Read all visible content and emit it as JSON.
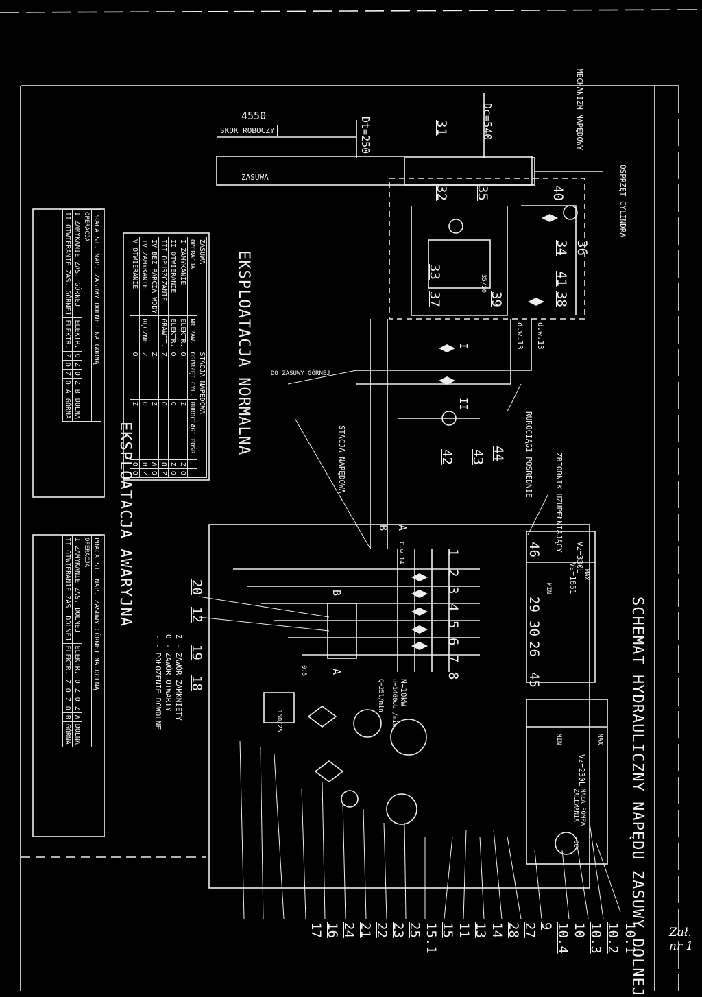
{
  "title": "SCHEMAT HYDRAULICZNY NAPĘDU ZASUWY DOLNEJ",
  "attachment": "Zał. nr 1",
  "labels": {
    "mechanism": "MECHANIZM NAPĘDOWY",
    "cylinder_fittings": "OSPRZĘT CYLINDRA",
    "stroke": "4550",
    "stroke_label": "SKOK ROBOCZY",
    "gate": "ZASUWA",
    "dt": "Dt=250",
    "dc": "Dc=540",
    "to_upper_gate": "DO ZASUWY GÓRNEJ",
    "drive_station": "STACJA NAPĘDOWA",
    "intermediate_pipelines": "RUROCIĄGI POŚREDNIE",
    "refill_tank": "ZBIORNIK UZUPEŁNIAJĄCY",
    "dw1": "d.w.13",
    "dw2": "d.w.13",
    "cw": "C.w.14",
    "port_a": "A",
    "port_b": "B",
    "v_tank": "Vz=330L",
    "vs": "Vs=1651",
    "min1": "MIN",
    "max1": "MAX",
    "vz2": "Vz=230L",
    "min2": "MIN",
    "max2": "MAX",
    "n_motor": "N=10kW",
    "n_rpm": "n=1460obr/min",
    "q_flow": "Q=25l/min",
    "p_35_20": "35/20",
    "p_160": "160/25",
    "v_05": "0,5",
    "bottom_pump": "ZALEWANIA",
    "small_pump": "MAŁA POMPA",
    "p_oc": "0C",
    "roman_1": "I",
    "roman_2": "II"
  },
  "legend": [
    "Z - ZAWÓR ZAMKNIĘTY",
    "O - ZAWÓR OTWARTY",
    "- - POŁOŻENIE DOWOLNE"
  ],
  "tables": {
    "normal_title": "EKSPLOATACJA NORMALNA",
    "emergency_title": "EKSPLOATACJA AWARYJNA",
    "normal": {
      "header_left": "ZASUWA",
      "header_station": "STACJA NAPĘDOWA",
      "header_fit": "OSPRZĘT CYL.",
      "header_pipes": "RUROCIĄGI POŚR.",
      "col_op": "OPERACJA",
      "col_drive": "NR ZAW.",
      "rows": [
        [
          "I ZAMYKANIE",
          "ELEKTR.",
          "O",
          "Z",
          "Z",
          "O"
        ],
        [
          "II OTWIERANIE",
          "ELEKTR.",
          "O",
          "O",
          "Z",
          "O"
        ],
        [
          "III OPUSZCZANIE",
          "GRAWIT.",
          "Z",
          "O",
          "O",
          "Z"
        ],
        [
          "IV BEZ PARCIA WODY",
          "",
          "Z",
          "Z",
          "A",
          "O"
        ],
        [
          "IV ZAMYKANIE",
          "RĘCZNE",
          "Z",
          "O",
          "B",
          "Z"
        ],
        [
          "V OTWIERANIE",
          "",
          "O",
          "Z",
          "O",
          "O"
        ]
      ]
    },
    "upper": {
      "header_left": "PRACA ST. NAP. ZASUWY DOLNEJ NA GÓRNĄ",
      "col_op": "OPERACJA",
      "rows": [
        [
          "I ZAMYKANIE ZAS. GÓRNEJ",
          "ELEKTR.",
          "O",
          "Z",
          "O",
          "Z",
          "B",
          "DOLNA"
        ],
        [
          "II OTWIERANIE ZAS. GÓRNEJ",
          "ELEKTR.",
          "Z",
          "O",
          "Z",
          "O",
          "A",
          "GÓRNA"
        ]
      ]
    },
    "lower": {
      "header_left": "PRACA ST. NAP. ZASUWY GÓRNEJ NA DOLNĄ",
      "col_op": "OPERACJA",
      "rows": [
        [
          "I ZAMYKANIE ZAS. DOLNEJ",
          "ELEKTR.",
          "O",
          "Z",
          "O",
          "Z",
          "A",
          "DOLNA"
        ],
        [
          "II OTWIERANIE ZAS. DOLNEJ",
          "ELEKTR.",
          "Z",
          "O",
          "Z",
          "O",
          "B",
          "GÓRNA"
        ]
      ]
    }
  },
  "component_numbers": {
    "right_column": [
      "10.1",
      "10.2",
      "10.3",
      "10",
      "10.4",
      "9",
      "27",
      "28",
      "14",
      "13",
      "11",
      "15",
      "15.1",
      "25",
      "23",
      "22",
      "21",
      "24",
      "16",
      "17"
    ],
    "top_valves": [
      "31",
      "32",
      "33",
      "34",
      "35",
      "36",
      "37",
      "38",
      "39",
      "40",
      "41"
    ],
    "mid_valves": [
      "42",
      "43",
      "44"
    ],
    "station_valves": [
      "1",
      "2",
      "3",
      "4",
      "5",
      "6",
      "7",
      "8"
    ],
    "station_misc": [
      "18",
      "19",
      "20",
      "12",
      "26",
      "29",
      "30",
      "45",
      "46"
    ]
  },
  "colors": {
    "background": "#000000",
    "ink": "#f2f2f2"
  }
}
